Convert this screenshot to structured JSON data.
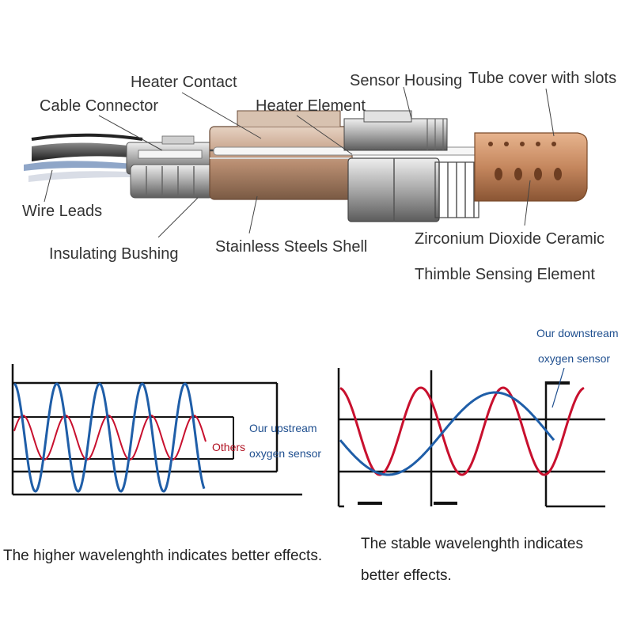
{
  "diagram": {
    "labels": {
      "heater_contact": "Heater Contact",
      "sensor_housing": "Sensor Housing",
      "tube_cover": "Tube cover with slots",
      "cable_connector": "Cable Connector",
      "heater_element": "Heater Element",
      "wire_leads": "Wire Leads",
      "insulating_bushing": "Insulating Bushing",
      "stainless_shell": "Stainless Steels Shell",
      "zirconium_line1": "Zirconium Dioxide Ceramic",
      "zirconium_line2": "Thimble Sensing Element"
    }
  },
  "comparison": {
    "left_panel": {
      "others_label": "Others",
      "upstream_line1": "Our upstream",
      "upstream_line2": "oxygen sensor",
      "caption": "The higher wavelenghth indicates better effects."
    },
    "right_panel": {
      "downstream_line1": "Our downstream",
      "downstream_line2": "oxygen sensor",
      "caption_line1": "The stable wavelenghth indicates",
      "caption_line2": "better effects."
    },
    "colors": {
      "ours": "#1f5ea8",
      "others": "#c8102e",
      "label_blue": "#1f4f8f",
      "label_red": "#b01020"
    }
  }
}
